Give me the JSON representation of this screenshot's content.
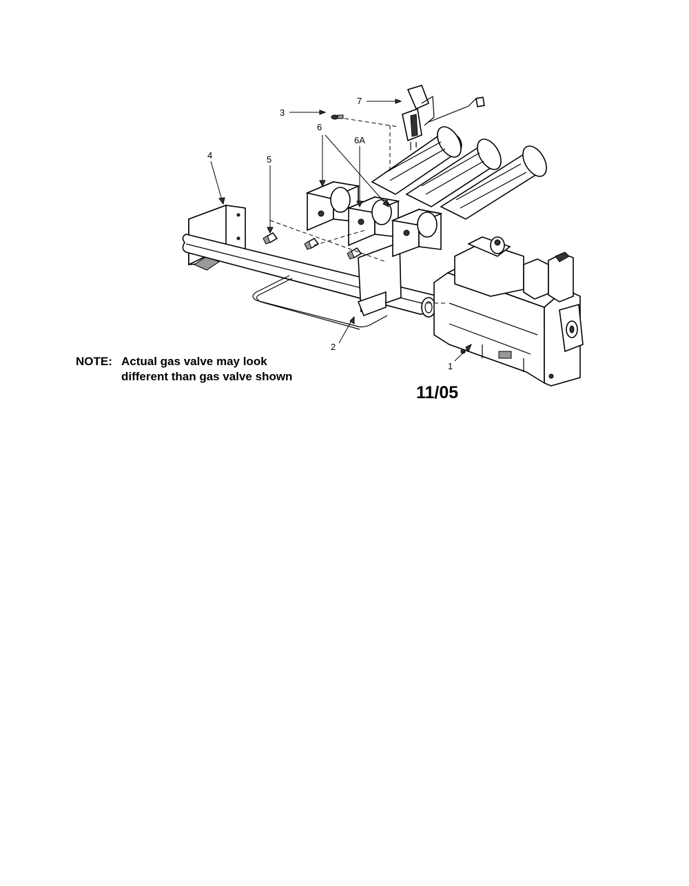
{
  "note": {
    "prefix": "NOTE:",
    "line1": "Actual gas valve may look",
    "line2": "different than gas valve shown"
  },
  "date_code": "11/05",
  "callouts": {
    "c1": "1",
    "c2": "2",
    "c3": "3",
    "c4": "4",
    "c5": "5",
    "c6": "6",
    "c6a": "6A",
    "c7": "7"
  }
}
